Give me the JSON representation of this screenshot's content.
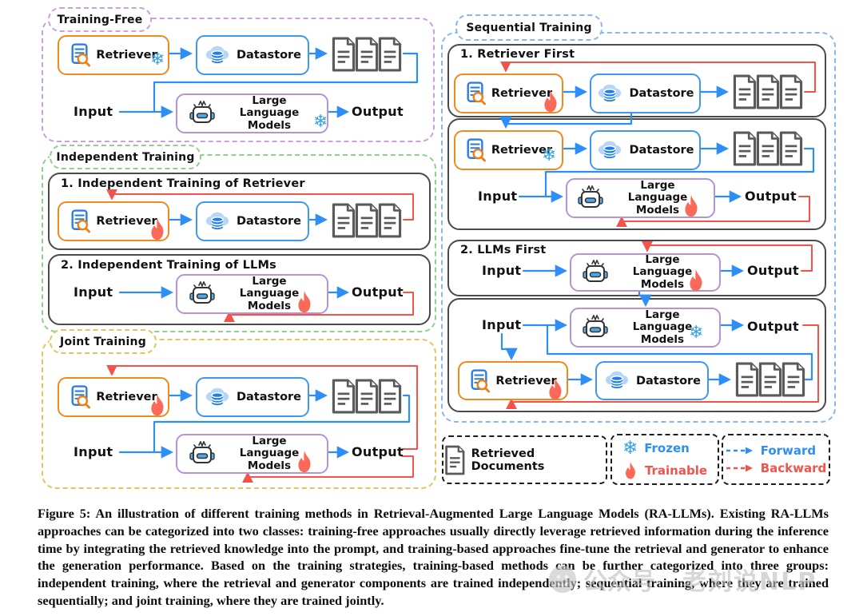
{
  "labels": {
    "retriever": "Retriever",
    "datastore": "Datastore",
    "llm": "Large Language Models",
    "input": "Input",
    "output": "Output"
  },
  "panels": {
    "training_free": {
      "title": "Training-Free"
    },
    "independent": {
      "title": "Independent Training",
      "sub1": "1. Independent Training of Retriever",
      "sub2": "2. Independent Training of LLMs"
    },
    "joint": {
      "title": "Joint Training"
    },
    "sequential": {
      "title": "Sequential Training",
      "sub1": "1. Retriever First",
      "sub2": "2. LLMs First"
    }
  },
  "legend": {
    "retrieved_documents": "Retrieved Documents",
    "frozen": "Frozen",
    "trainable": "Trainable",
    "forward": "Forward",
    "backward": "Backward"
  },
  "caption": "Figure 5: An illustration of different training methods in Retrieval-Augmented Large Language Models (RA-LLMs). Existing RA-LLMs approaches can be categorized into two classes: training-free approaches usually directly leverage retrieved information during the inference time by integrating the retrieved knowledge into the prompt, and training-based approaches fine-tune the retrieval and generator to enhance the generation performance. Based on the training strategies, training-based methods can be further categorized into three groups: independent training, where the retrieval and generator components are trained independently; sequential training, where they are trained sequentially; and joint training, where they are trained jointly.",
  "watermark": {
    "text1": "公众号",
    "text2": "老刘说NLP"
  },
  "colors": {
    "forward": "#2e8ef7",
    "backward": "#f5524a",
    "frozen": "#35a3de",
    "trainable": "#fb6a58",
    "retriever_border": "#f08a1d",
    "datastore_border": "#3e97f2",
    "llm_border": "#b493d8",
    "panel_training_free": "#c9a0dc",
    "panel_independent": "#90cf8e",
    "panel_joint": "#e4c45e",
    "panel_sequential": "#8ab6ee",
    "document_gray": "#5a5a5a"
  }
}
